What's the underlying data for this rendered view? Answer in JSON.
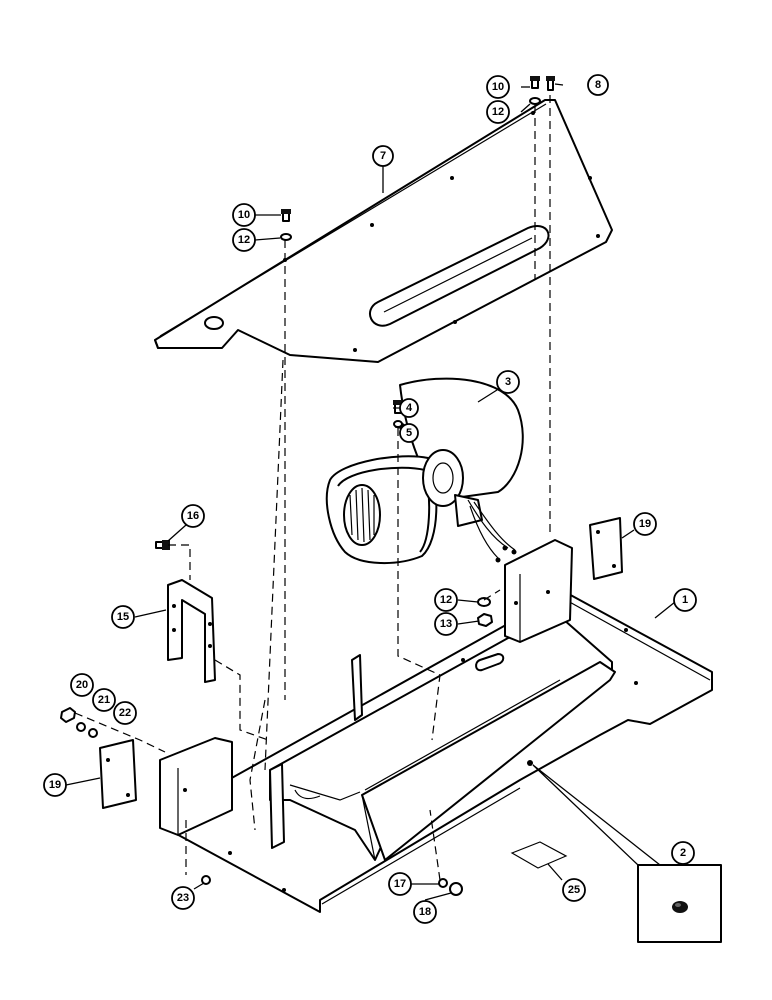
{
  "callouts": [
    {
      "id": "c1",
      "label": "1"
    },
    {
      "id": "c2",
      "label": "2"
    },
    {
      "id": "c3",
      "label": "3"
    },
    {
      "id": "c4",
      "label": "4"
    },
    {
      "id": "c5",
      "label": "5"
    },
    {
      "id": "c7",
      "label": "7"
    },
    {
      "id": "c8",
      "label": "8"
    },
    {
      "id": "c10a",
      "label": "10"
    },
    {
      "id": "c12a",
      "label": "12"
    },
    {
      "id": "c10b",
      "label": "10"
    },
    {
      "id": "c12b",
      "label": "12"
    },
    {
      "id": "c12c",
      "label": "12"
    },
    {
      "id": "c13",
      "label": "13"
    },
    {
      "id": "c15",
      "label": "15"
    },
    {
      "id": "c16",
      "label": "16"
    },
    {
      "id": "c17",
      "label": "17"
    },
    {
      "id": "c18",
      "label": "18"
    },
    {
      "id": "c19a",
      "label": "19"
    },
    {
      "id": "c19b",
      "label": "19"
    },
    {
      "id": "c20",
      "label": "20"
    },
    {
      "id": "c21",
      "label": "21"
    },
    {
      "id": "c22",
      "label": "22"
    },
    {
      "id": "c23",
      "label": "23"
    },
    {
      "id": "c25",
      "label": "25"
    }
  ]
}
